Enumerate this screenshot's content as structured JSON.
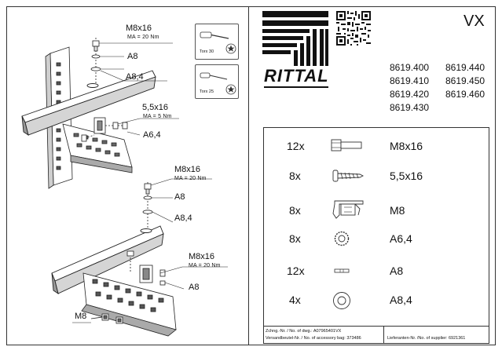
{
  "document": {
    "variant": "VX",
    "brand": "RITTAL",
    "part_numbers": [
      "8619.400",
      "8619.440",
      "8619.410",
      "8619.450",
      "8619.420",
      "8619.460",
      "8619.430"
    ],
    "tools": [
      {
        "name": "Torx 30",
        "icon": "torx-icon"
      },
      {
        "name": "Torx 25",
        "icon": "torx-icon"
      }
    ],
    "assembly_callouts": {
      "top_screw": {
        "label": "M8x16",
        "torque": "MA = 20 Nm"
      },
      "top_washer_a8": "A8",
      "top_washer_a84": "A8,4",
      "small_screw": {
        "label": "5,5x16",
        "torque": "MA = 5 Nm"
      },
      "small_washer": "A6,4",
      "mid_screw": {
        "label": "M8x16",
        "torque": "MA = 20 Nm"
      },
      "mid_washer_a8": "A8",
      "mid_washer_a84": "A8,4",
      "low_screw": {
        "label": "M8x16",
        "torque": "MA = 20 Nm"
      },
      "low_nut": "A8",
      "cage_nut": "M8"
    },
    "parts_list": [
      {
        "qty": "12x",
        "desc": "M8x16",
        "icon": "hex-socket-screw-icon"
      },
      {
        "qty": "8x",
        "desc": "5,5x16",
        "icon": "self-tapping-screw-icon"
      },
      {
        "qty": "8x",
        "desc": "M8",
        "icon": "cage-nut-icon"
      },
      {
        "qty": "8x",
        "desc": "A6,4",
        "icon": "serrated-washer-icon"
      },
      {
        "qty": "12x",
        "desc": "A8",
        "icon": "contact-washer-icon"
      },
      {
        "qty": "4x",
        "desc": "A8,4",
        "icon": "flat-washer-icon"
      }
    ],
    "footer": {
      "drawing_no": "Zchng.-Nr. / No. of dwg.: A07965401VX",
      "accessory_bag": "Versandbeutel-Nr. / No. of accessory bag: 373486",
      "supplier_no": "Lieferanten-Nr. /No. of supplier: 6921361"
    },
    "colors": {
      "ink": "#111111",
      "line": "#333333",
      "shade": "#bdbdbd"
    }
  }
}
